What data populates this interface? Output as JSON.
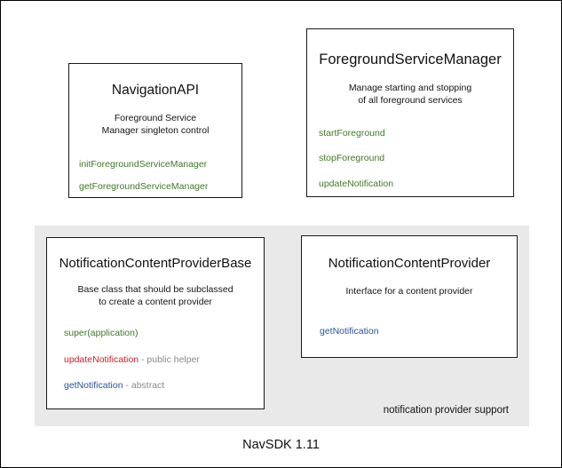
{
  "diagram": {
    "footer_label": "NavSDK 1.11",
    "group_panel": {
      "caption": "notification provider support",
      "background": "#e9e9e9"
    },
    "colors": {
      "green": "#3f7a26",
      "red": "#cc2027",
      "blue": "#2a5599",
      "note_gray": "#8a8a8a",
      "border": "#1a1a1a",
      "panel_background": "#e9e9e9",
      "canvas_background": "#ffffff"
    },
    "boxes": [
      {
        "id": "navigation-api",
        "title": "NavigationAPI",
        "description": "Foreground Service\nManager singleton control",
        "members": [
          {
            "name": "initForegroundServiceManager",
            "note": "",
            "color": "green"
          },
          {
            "name": "getForegroundServiceManager",
            "note": "",
            "color": "green"
          }
        ]
      },
      {
        "id": "foreground-service-manager",
        "title": "ForegroundServiceManager",
        "description": "Manage starting and stopping\nof all foreground services",
        "members": [
          {
            "name": "startForeground",
            "note": "",
            "color": "green"
          },
          {
            "name": "stopForeground",
            "note": "",
            "color": "green"
          },
          {
            "name": "updateNotification",
            "note": "",
            "color": "green"
          }
        ]
      },
      {
        "id": "notification-content-provider-base",
        "title": "NotificationContentProviderBase",
        "description": "Base class that should be subclassed\nto create a content provider",
        "members": [
          {
            "name": "super(application)",
            "note": "",
            "color": "green"
          },
          {
            "name": "updateNotification",
            "note": " - public helper",
            "color": "red"
          },
          {
            "name": "getNotification",
            "note": " - abstract",
            "color": "blue"
          }
        ]
      },
      {
        "id": "notification-content-provider",
        "title": "NotificationContentProvider",
        "description": "Interface for a content provider",
        "members": [
          {
            "name": "getNotification",
            "note": "",
            "color": "blue"
          }
        ]
      }
    ]
  }
}
